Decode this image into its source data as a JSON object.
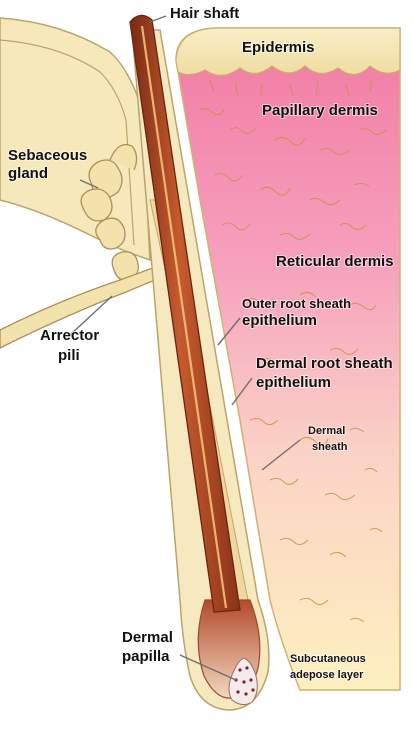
{
  "labels": {
    "hair_shaft": "Hair shaft",
    "epidermis": "Epidermis",
    "papillary_dermis": "Papillary dermis",
    "sebaceous_gland_1": "Sebaceous",
    "sebaceous_gland_2": "gland",
    "reticular_dermis": "Reticular dermis",
    "outer_root_sheath_1": "Outer root sheath",
    "outer_root_sheath_2": "epithelium",
    "arrector_pili_1": "Arrector",
    "arrector_pili_2": "pili",
    "dermal_root_sheath_1": "Dermal root sheath",
    "dermal_root_sheath_2": "epithelium",
    "dermal_sheath_1": "Dermal",
    "dermal_sheath_2": "sheath",
    "dermal_papilla_1": "Dermal",
    "dermal_papilla_2": "papilla",
    "subcutaneous_1": "Subcutaneous",
    "subcutaneous_2": "adepose layer"
  },
  "colors": {
    "tissue_cream": "#f4e7b8",
    "tissue_outline": "#b9a56a",
    "dermis_pink": "#f59ab6",
    "dermis_light": "#fde9a6",
    "hair_brown": "#b44a2a",
    "hair_dark": "#7a2a14",
    "hair_highlight": "#f2c178",
    "fiber": "#c9933f"
  }
}
